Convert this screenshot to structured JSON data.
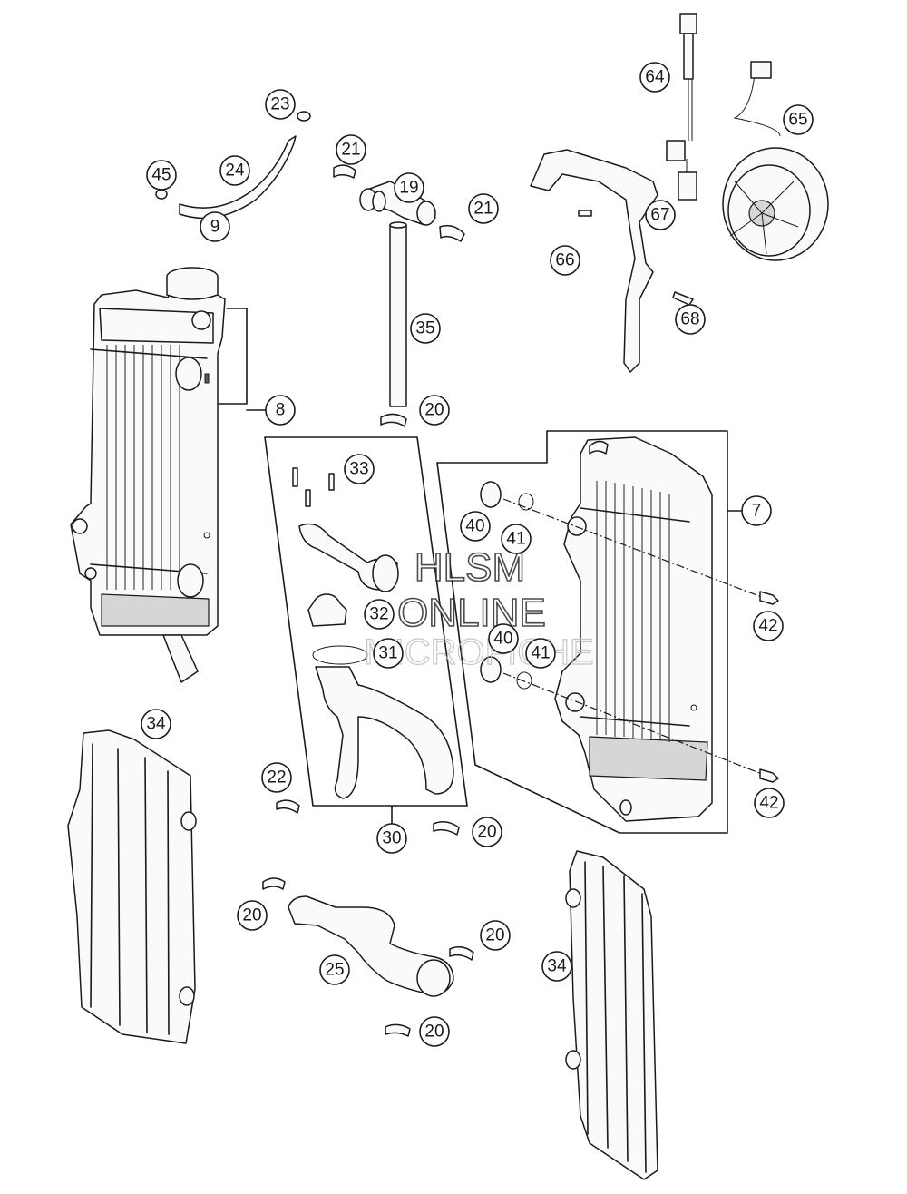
{
  "diagram": {
    "callouts": [
      {
        "id": "c23",
        "label": "23"
      },
      {
        "id": "c24",
        "label": "24"
      },
      {
        "id": "c45",
        "label": "45"
      },
      {
        "id": "c21a",
        "label": "21"
      },
      {
        "id": "c19",
        "label": "19"
      },
      {
        "id": "c21b",
        "label": "21"
      },
      {
        "id": "c9",
        "label": "9"
      },
      {
        "id": "c35",
        "label": "35"
      },
      {
        "id": "c8",
        "label": "8"
      },
      {
        "id": "c20a",
        "label": "20"
      },
      {
        "id": "c64",
        "label": "64"
      },
      {
        "id": "c65",
        "label": "65"
      },
      {
        "id": "c67",
        "label": "67"
      },
      {
        "id": "c66",
        "label": "66"
      },
      {
        "id": "c68",
        "label": "68"
      },
      {
        "id": "c33",
        "label": "33"
      },
      {
        "id": "c7",
        "label": "7"
      },
      {
        "id": "c40a",
        "label": "40"
      },
      {
        "id": "c41a",
        "label": "41"
      },
      {
        "id": "c42a",
        "label": "42"
      },
      {
        "id": "c32",
        "label": "32"
      },
      {
        "id": "c40b",
        "label": "40"
      },
      {
        "id": "c41b",
        "label": "41"
      },
      {
        "id": "c31",
        "label": "31"
      },
      {
        "id": "c34a",
        "label": "34"
      },
      {
        "id": "c22",
        "label": "22"
      },
      {
        "id": "c42b",
        "label": "42"
      },
      {
        "id": "c30",
        "label": "30"
      },
      {
        "id": "c20b",
        "label": "20"
      },
      {
        "id": "c20c",
        "label": "20"
      },
      {
        "id": "c20d",
        "label": "20"
      },
      {
        "id": "c25",
        "label": "25"
      },
      {
        "id": "c34b",
        "label": "34"
      },
      {
        "id": "c20e",
        "label": "20"
      }
    ],
    "watermark": {
      "line1": "HLSM",
      "line2": "ONLINE",
      "line3": "MICROFICHE"
    }
  }
}
